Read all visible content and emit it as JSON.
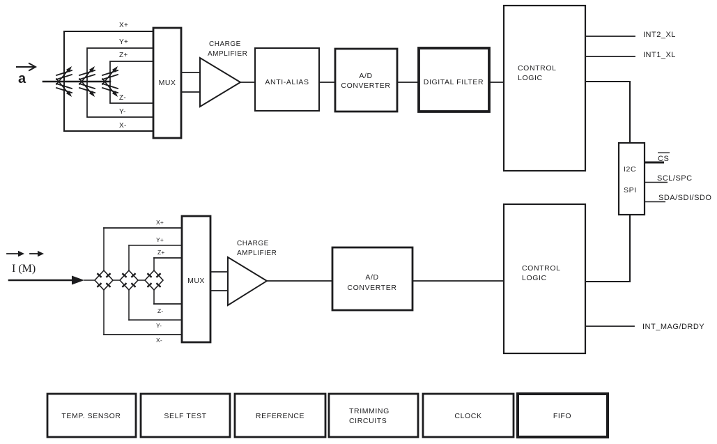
{
  "accel": {
    "input_label": "a",
    "electrodes": {
      "xp": "X+",
      "yp": "Y+",
      "zp": "Z+",
      "zm": "Z-",
      "ym": "Y-",
      "xm": "X-"
    },
    "mux": "MUX",
    "charge_amp": {
      "line1": "CHARGE",
      "line2": "AMPLIFIER"
    },
    "anti_alias": "ANTI-ALIAS",
    "adc": {
      "line1": "A/D",
      "line2": "CONVERTER"
    },
    "digital_filter": "DIGITAL FILTER",
    "control_logic": {
      "line1": "CONTROL",
      "line2": "LOGIC"
    },
    "pin_int2": "INT2_XL",
    "pin_int1": "INT1_XL"
  },
  "mag": {
    "input_label": "I (M)",
    "electrodes": {
      "xp": "X+",
      "yp": "Y+",
      "zp": "Z+",
      "zm": "Z-",
      "ym": "Y-",
      "xm": "X-"
    },
    "mux": "MUX",
    "charge_amp": {
      "line1": "CHARGE",
      "line2": "AMPLIFIER"
    },
    "adc": {
      "line1": "A/D",
      "line2": "CONVERTER"
    },
    "control_logic": {
      "line1": "CONTROL",
      "line2": "LOGIC"
    },
    "pin_int_mag": "INT_MAG/DRDY"
  },
  "serial_interface": {
    "protocol1": "I2C",
    "protocol2": "SPI",
    "pin_cs": "CS",
    "pin_scl": "SCL/SPC",
    "pin_sda": "SDA/SDI/SDO"
  },
  "support_blocks": {
    "temp_sensor": "TEMP. SENSOR",
    "self_test": "SELF TEST",
    "reference": "REFERENCE",
    "trimming": {
      "line1": "TRIMMING",
      "line2": "CIRCUITS"
    },
    "clock": "CLOCK",
    "fifo": "FIFO"
  },
  "colors": {
    "line": "#1c1c1e",
    "background": "#ffffff"
  }
}
